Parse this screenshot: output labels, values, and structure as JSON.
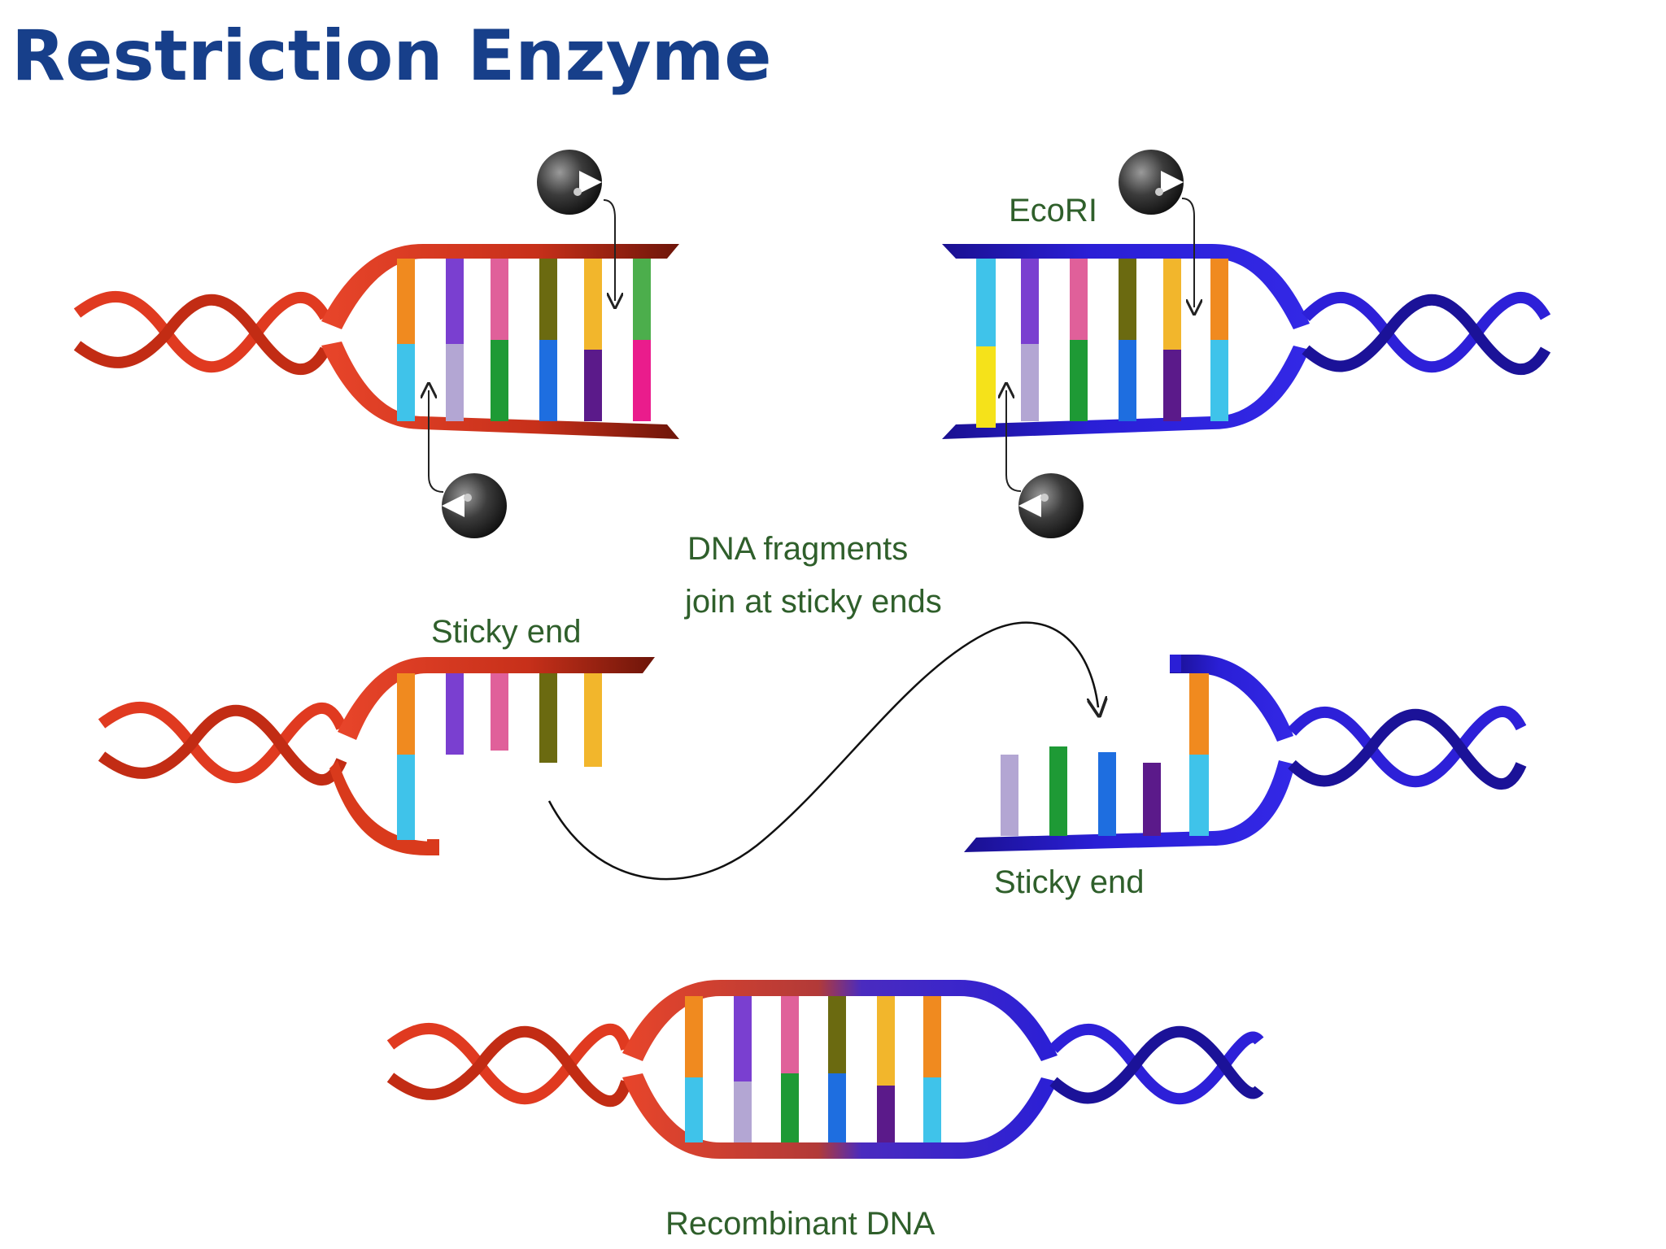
{
  "title": "Restriction Enzyme",
  "labels": {
    "enzyme": "EcoRI",
    "join_line1": "DNA fragments",
    "join_line2": "join at sticky ends",
    "sticky_left": "Sticky end",
    "sticky_right": "Sticky end",
    "recombinant": "Recombinant DNA"
  },
  "colors": {
    "title": "#173f8a",
    "label": "#2f5f2b",
    "strand_red": "#d93a1c",
    "strand_dark_red": "#7a1e10",
    "strand_blue": "#2a1fd6",
    "enzyme": "#3a3a3a",
    "bases": [
      "#f08a1f",
      "#7a3fd0",
      "#e0609a",
      "#6b6a10",
      "#f2b62c",
      "#4cae4c"
    ],
    "bases_bottom": [
      "#3fc3ea",
      "#b3a6d3",
      "#1e9a35",
      "#1e6ee0",
      "#5b1a8a",
      "#ea1c8c"
    ]
  }
}
